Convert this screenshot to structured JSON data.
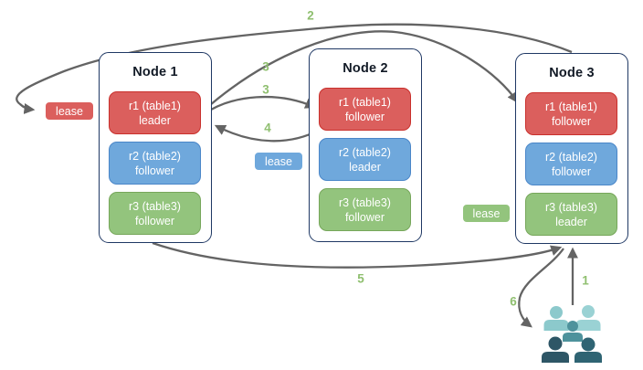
{
  "colors": {
    "node-border": "#1f3864",
    "node-bg": "#ffffff",
    "red-fill": "#db5f5d",
    "red-border": "#c9302c",
    "blue-fill": "#6fa8dc",
    "blue-border": "#4a86c8",
    "green-fill": "#93c47d",
    "green-border": "#76a65a",
    "arrow": "#646464",
    "step-label": "#8fbf6f",
    "title-text": "#121a26",
    "fill-text": "#ffffff",
    "users-light": "#8cc9cc",
    "users-lighter": "#9ad2d4",
    "users-medium": "#4e929c",
    "users-dark": "#2e5666",
    "users-dark2": "#2f6473"
  },
  "nodes": [
    {
      "title": "Node 1",
      "ranges": [
        {
          "name": "r1 (table1)",
          "role": "leader",
          "color": "red"
        },
        {
          "name": "r2 (table2)",
          "role": "follower",
          "color": "blue"
        },
        {
          "name": "r3 (table3)",
          "role": "follower",
          "color": "green"
        }
      ]
    },
    {
      "title": "Node 2",
      "ranges": [
        {
          "name": "r1 (table1)",
          "role": "follower",
          "color": "red"
        },
        {
          "name": "r2 (table2)",
          "role": "leader",
          "color": "blue"
        },
        {
          "name": "r3 (table3)",
          "role": "follower",
          "color": "green"
        }
      ]
    },
    {
      "title": "Node 3",
      "ranges": [
        {
          "name": "r1 (table1)",
          "role": "follower",
          "color": "red"
        },
        {
          "name": "r2 (table2)",
          "role": "follower",
          "color": "blue"
        },
        {
          "name": "r3 (table3)",
          "role": "leader",
          "color": "green"
        }
      ]
    }
  ],
  "leases": [
    {
      "label": "lease",
      "color": "red"
    },
    {
      "label": "lease",
      "color": "blue"
    },
    {
      "label": "lease",
      "color": "green"
    }
  ],
  "steps": {
    "s1": "1",
    "s2": "2",
    "s3a": "3",
    "s3b": "3",
    "s4": "4",
    "s5": "5",
    "s6": "6"
  },
  "icons": {
    "users": "users-group-icon"
  }
}
